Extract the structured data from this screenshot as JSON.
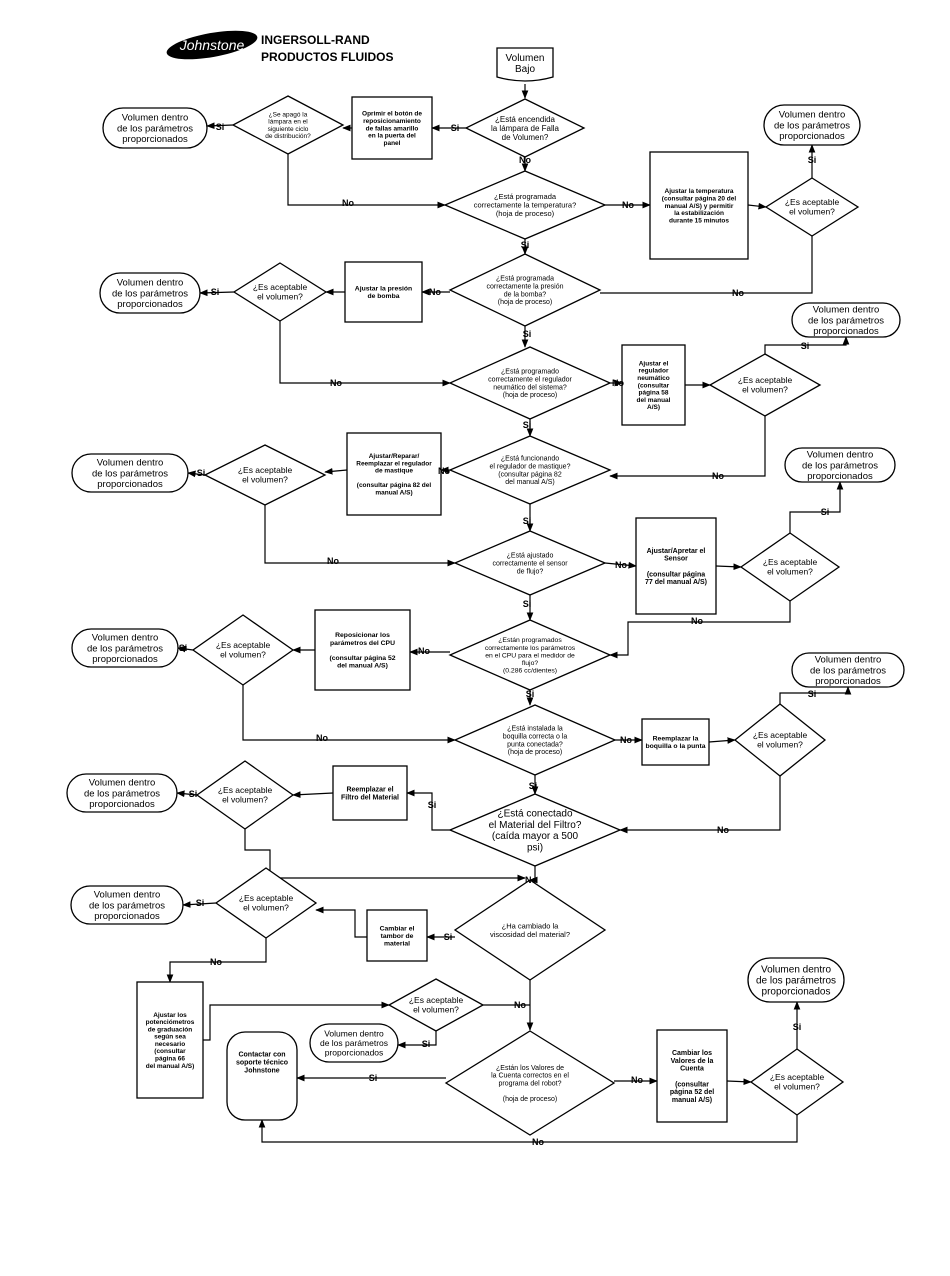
{
  "header": {
    "logo_text": "Johnstone",
    "brand_line1": "INGERSOLL-RAND",
    "brand_line2": "PRODUCTOS FLUIDOS"
  },
  "start": "Volumen\nBajo",
  "q_lamp_on": "¿Está encendida\nla lámpara de Falla\nde Volumen?",
  "box_press_reset": "Oprimir el botón de\nreposicionamiento\nde fallas amarillo\nen la puerta del\npanel",
  "q_lamp_off": "¿Se apagó la\nlámpara en el\nsiguiente ciclo\nde distribución?",
  "q_temp": "¿Está programada\ncorrectamente la temperatura?\n(hoja de proceso)",
  "box_temp": "Ajustar la temperatura\n(consultar página 20 del\nmanual A/S) y permitir\nla estabilización\ndurante 15 minutos",
  "q_pump": "¿Está programada\ncorrectamente la presión\nde la bomba?\n(hoja de proceso)",
  "box_pump": "Ajustar la presión\nde bomba",
  "q_air_reg": "¿Está programado\ncorrectamente el regulador\nneumático del sistema?\n(hoja de proceso)",
  "box_air_reg": "Ajustar el\nregulador\nneumático\n(consultar\npágina 58\ndel manual\nA/S)",
  "q_mastic": "¿Está funcionando\nel regulador de mastique?\n(consultar página 82\ndel manual A/S)",
  "box_mastic": "Ajustar/Reparar/\nReemplazar el regulador\nde mastique\n\n(consultar página 82 del\nmanual A/S)",
  "q_sensor": "¿Está ajustado\ncorrectamente el sensor\nde flujo?",
  "box_sensor": "Ajustar/Apretar el\nSensor\n\n(consultar página\n77 del manual A/S)",
  "q_cpu": "¿Están programados\ncorrectamente los parámetros\nen el CPU para el medidor de\nflujo?\n(0.286 cc/dientes)",
  "box_cpu": "Reposicionar los\nparámetros del CPU\n\n(consultar página 52\ndel manual A/S)",
  "q_nozzle": "¿Está instalada la\nboquilla correcta o la\npunta conectada?\n(hoja de proceso)",
  "box_nozzle": "Reemplazar la\nboquilla o la punta",
  "q_filter": "¿Está conectado\nel Material del Filtro?\n(caída mayor a 500\npsi)",
  "box_filter": "Reemplazar el\nFiltro del Material",
  "q_viscosity": "¿Ha cambiado la\nviscosidad del material?",
  "box_drum": "Cambiar el\ntambor de\nmaterial",
  "box_pots": "Ajustar los\npotenciómetros\nde graduación\nsegún sea\nnecesario\n(consultar\npágina 66\ndel manual A/S)",
  "q_counts": "¿Están los Valores de\nla Cuenta correctos en el\nprograma del robot?\n\n(hoja de proceso)",
  "box_counts": "Cambiar los\nValores de la\nCuenta\n\n(consultar\npágina 52 del\nmanual A/S)",
  "box_contact": "Contactar con\nsoporte técnico\nJohnstone",
  "q_acceptable": "¿Es aceptable\nel volumen?",
  "end_ok": "Volumen dentro\nde los parámetros\nproporcionados",
  "yes": "Si",
  "no": "No",
  "colors": {
    "ink": "#000000",
    "paper": "#ffffff"
  }
}
